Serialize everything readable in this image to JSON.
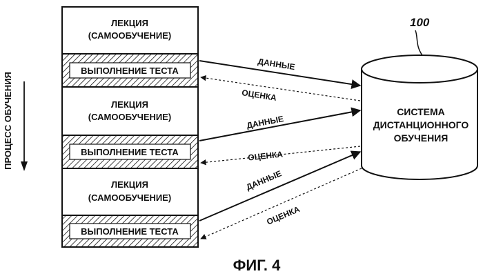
{
  "side_label": "ПРОЦЕСС ОБУЧЕНИЯ",
  "stages": [
    {
      "lecture": {
        "line1": "ЛЕКЦИЯ",
        "line2": "(САМООБУЧЕНИЕ)"
      },
      "test": "ВЫПОЛНЕНИЕ ТЕСТА",
      "data_label": "ДАННЫЕ",
      "eval_label": "ОЦЕНКА"
    },
    {
      "lecture": {
        "line1": "ЛЕКЦИЯ",
        "line2": "(САМООБУЧЕНИЕ)"
      },
      "test": "ВЫПОЛНЕНИЕ ТЕСТА",
      "data_label": "ДАННЫЕ",
      "eval_label": "ОЦЕНКА"
    },
    {
      "lecture": {
        "line1": "ЛЕКЦИЯ",
        "line2": "(САМООБУЧЕНИЕ)"
      },
      "test": "ВЫПОЛНЕНИЕ ТЕСТА",
      "data_label": "ДАННЫЕ",
      "eval_label": "ОЦЕНКА"
    }
  ],
  "system": {
    "number": "100",
    "line1": "СИСТЕМА",
    "line2": "ДИСТАНЦИОННОГО",
    "line3": "ОБУЧЕНИЯ"
  },
  "figure_caption": "ФИГ. 4"
}
